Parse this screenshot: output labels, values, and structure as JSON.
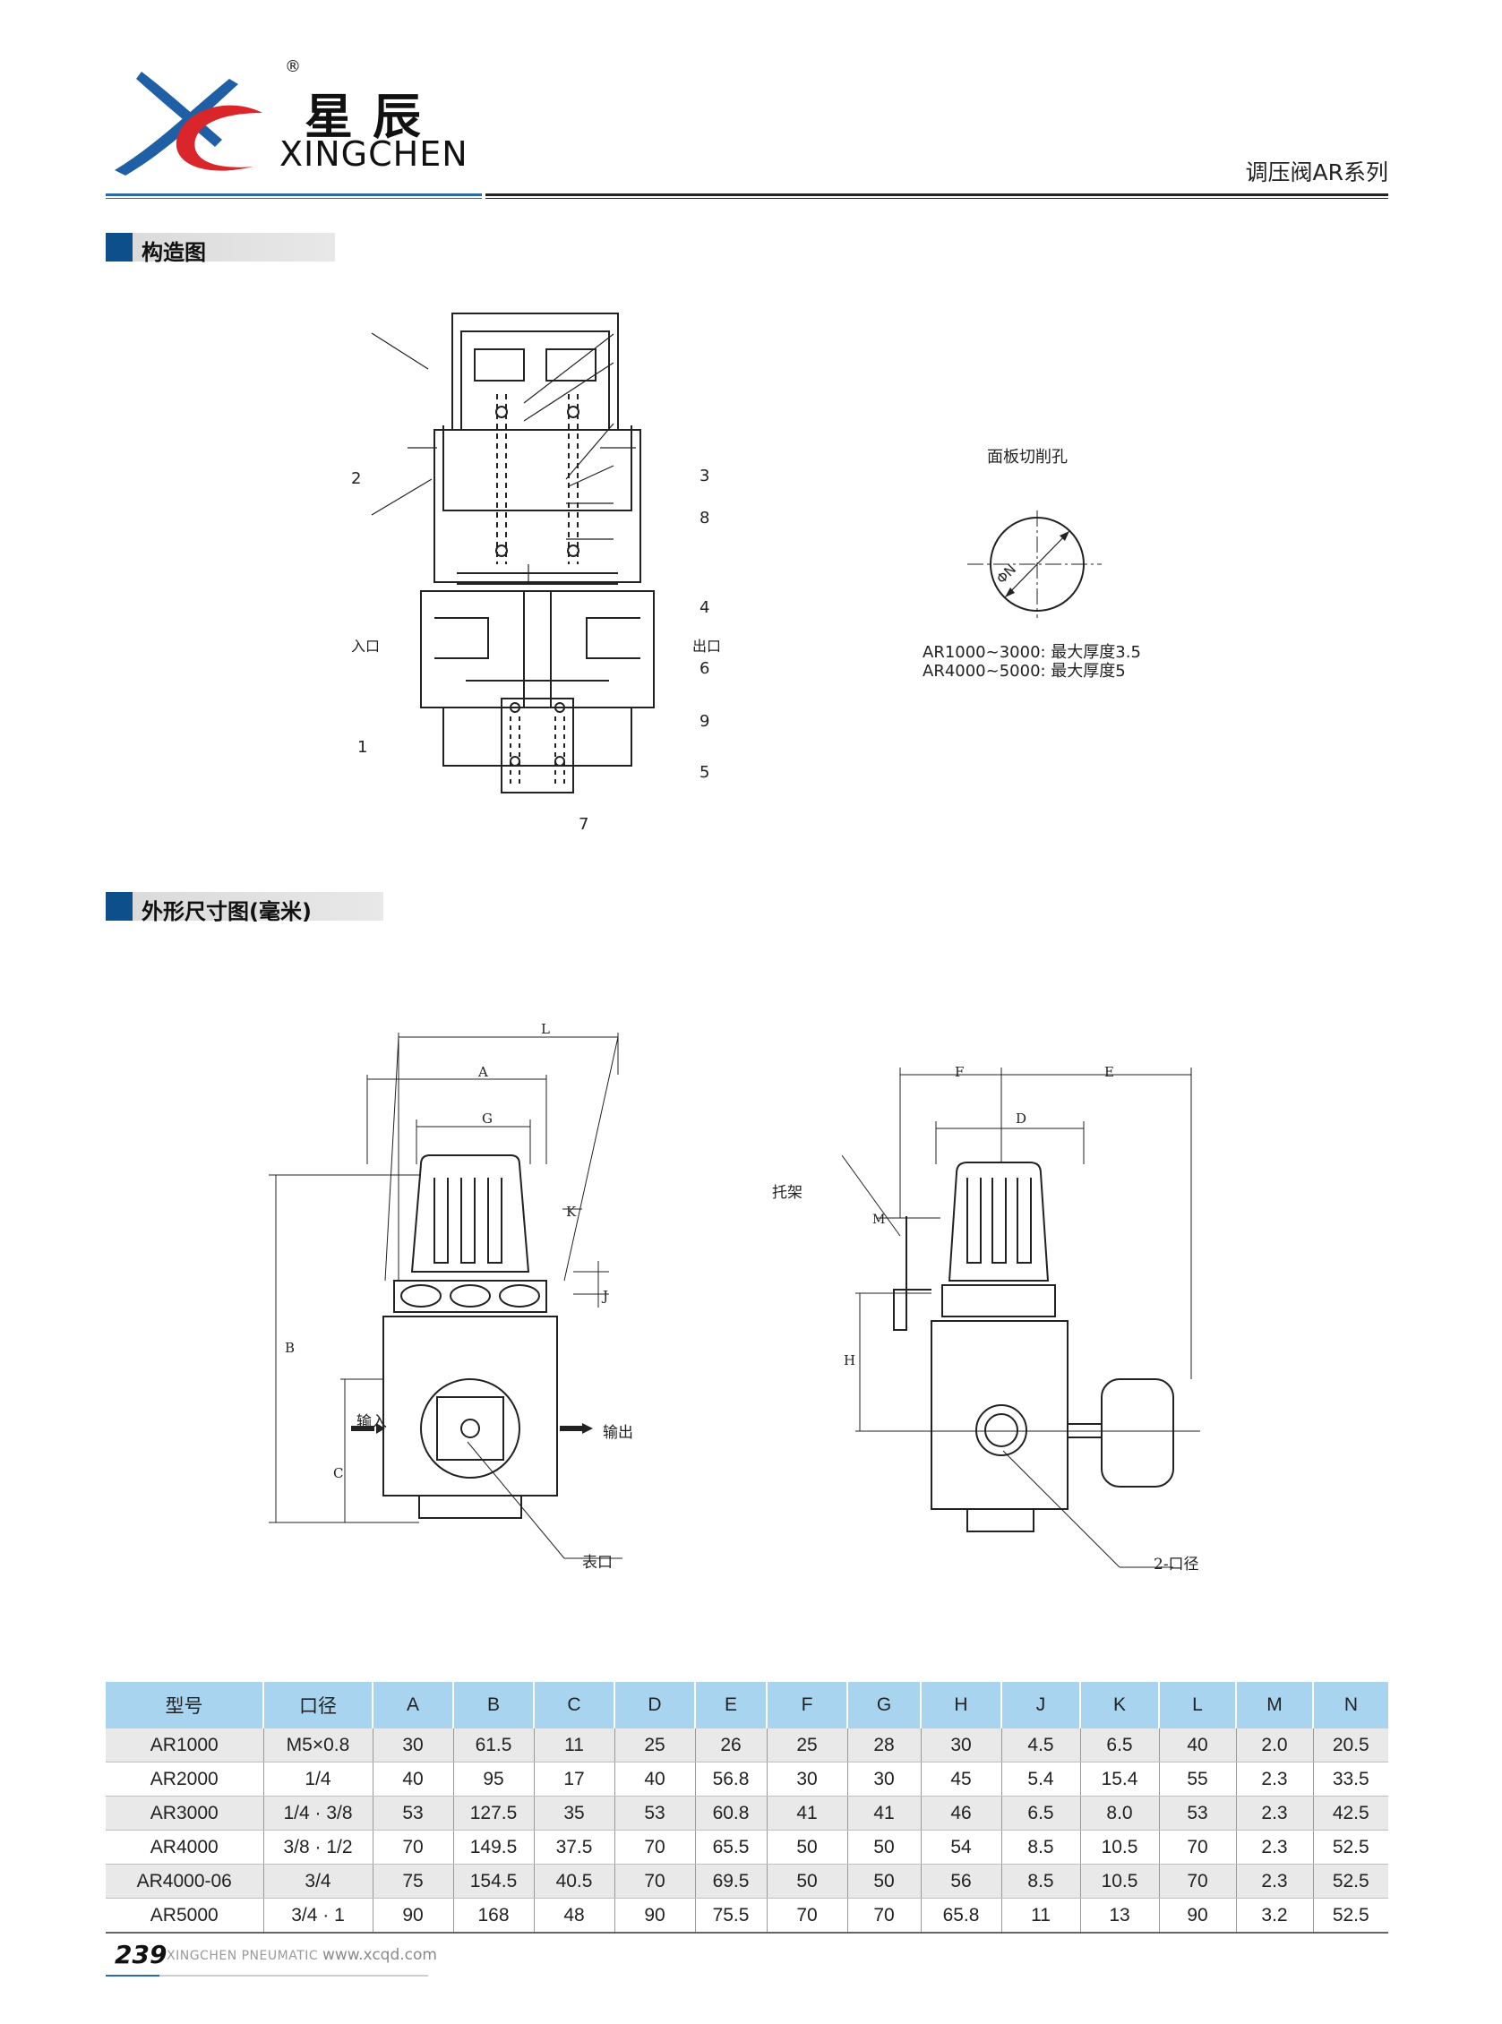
{
  "header": {
    "brand_cn": "星辰",
    "brand_reg": "®",
    "brand_en": "XINGCHEN",
    "series": "调压阀AR系列",
    "colors": {
      "brand_blue": "#1f5fa5",
      "brand_red": "#d9262a",
      "section_square": "#0d4f8b",
      "table_header": "#a9d4f0"
    }
  },
  "sections": {
    "structure": "构造图",
    "dimensions": "外形尺寸图(毫米)"
  },
  "structure_diagram": {
    "callouts": [
      "1",
      "2",
      "3",
      "4",
      "5",
      "6",
      "7",
      "8",
      "9"
    ],
    "inlet": "入口",
    "outlet": "出口",
    "panel_title": "面板切削孔",
    "panel_symbol": "ΦN",
    "panel_note_1": "AR1000~3000: 最大厚度3.5",
    "panel_note_2": "AR4000~5000: 最大厚度5"
  },
  "dimension_diagram": {
    "front_labels": {
      "L": "L",
      "A": "A",
      "G": "G",
      "K": "K",
      "J": "J",
      "B": "B",
      "C": "C"
    },
    "input": "输入",
    "output": "输出",
    "gauge_port": "表口",
    "side_labels": {
      "F": "F",
      "E": "E",
      "D": "D",
      "M": "M",
      "H": "H"
    },
    "bracket": "托架",
    "port_size": "2-口径"
  },
  "table": {
    "headers": [
      "型号",
      "口径",
      "A",
      "B",
      "C",
      "D",
      "E",
      "F",
      "G",
      "H",
      "J",
      "K",
      "L",
      "M",
      "N"
    ],
    "rows": [
      [
        "AR1000",
        "M5×0.8",
        "30",
        "61.5",
        "11",
        "25",
        "26",
        "25",
        "28",
        "30",
        "4.5",
        "6.5",
        "40",
        "2.0",
        "20.5"
      ],
      [
        "AR2000",
        "1/4",
        "40",
        "95",
        "17",
        "40",
        "56.8",
        "30",
        "30",
        "45",
        "5.4",
        "15.4",
        "55",
        "2.3",
        "33.5"
      ],
      [
        "AR3000",
        "1/4 · 3/8",
        "53",
        "127.5",
        "35",
        "53",
        "60.8",
        "41",
        "41",
        "46",
        "6.5",
        "8.0",
        "53",
        "2.3",
        "42.5"
      ],
      [
        "AR4000",
        "3/8 · 1/2",
        "70",
        "149.5",
        "37.5",
        "70",
        "65.5",
        "50",
        "50",
        "54",
        "8.5",
        "10.5",
        "70",
        "2.3",
        "52.5"
      ],
      [
        "AR4000-06",
        "3/4",
        "75",
        "154.5",
        "40.5",
        "70",
        "69.5",
        "50",
        "50",
        "56",
        "8.5",
        "10.5",
        "70",
        "2.3",
        "52.5"
      ],
      [
        "AR5000",
        "3/4 · 1",
        "90",
        "168",
        "48",
        "90",
        "75.5",
        "70",
        "70",
        "65.8",
        "11",
        "13",
        "90",
        "3.2",
        "52.5"
      ]
    ]
  },
  "footer": {
    "page": "239",
    "company": "XINGCHEN PNEUMATIC",
    "url": "www.xcqd.com"
  }
}
